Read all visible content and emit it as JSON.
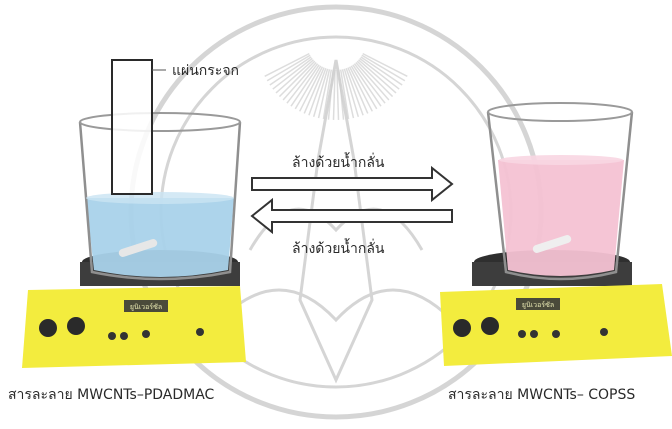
{
  "diagram": {
    "glass_plate_label": "แผ่นกระจก",
    "rinse_forward_label": "ล้างด้วยน้ำกลั่น",
    "rinse_backward_label": "ล้างด้วยน้ำกลั่น",
    "left_solution_caption": "สารละลาย MWCNTs–PDADMAC",
    "right_solution_caption": "สารละลาย MWCNTs– COPSS",
    "stirrer_display_text": "ยูนิเวอร์ซัล",
    "colors": {
      "left_solution": "#a9d2ea",
      "right_solution": "#f4c2d3",
      "stirrer_body": "#f3ec3e",
      "stirrer_top": "#3d3d3d",
      "arrow": "#333333",
      "watermark": "#bfbfbf"
    }
  }
}
